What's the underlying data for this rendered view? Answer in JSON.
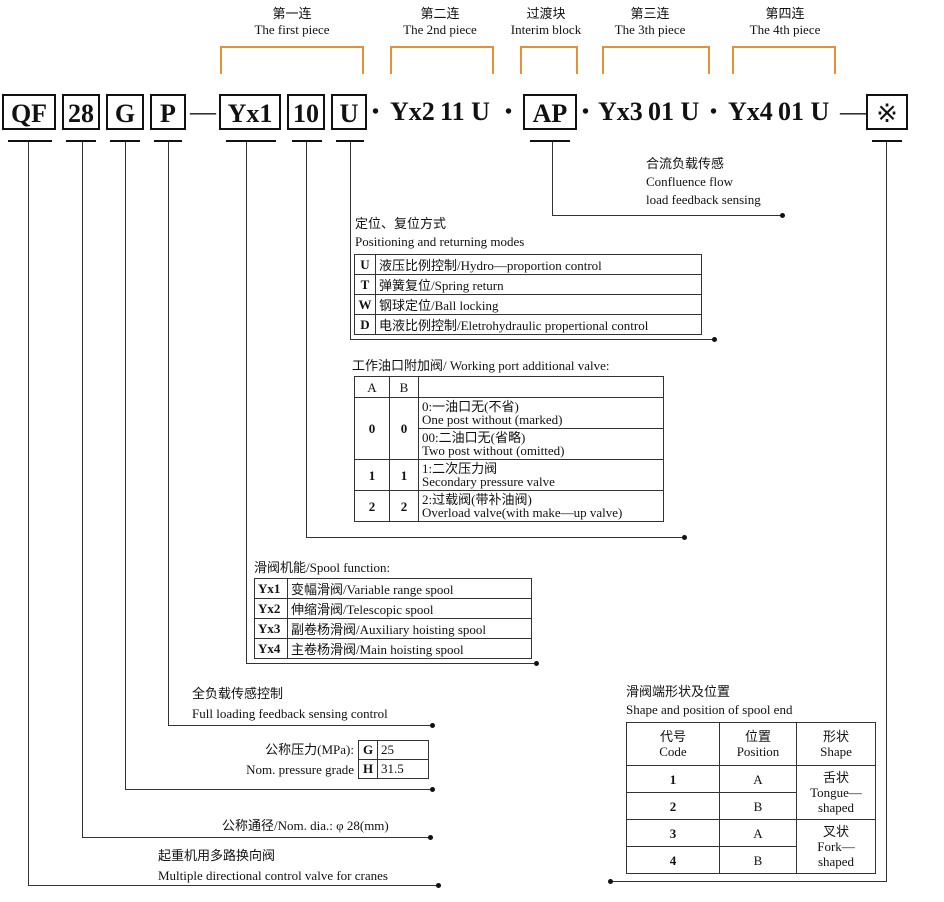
{
  "headers": [
    {
      "cn": "第一连",
      "en": "The first piece"
    },
    {
      "cn": "第二连",
      "en": "The 2nd piece"
    },
    {
      "cn": "过渡块",
      "en": "Interim block"
    },
    {
      "cn": "第三连",
      "en": "The 3th piece"
    },
    {
      "cn": "第四连",
      "en": "The 4th piece"
    }
  ],
  "model": {
    "qf": "QF",
    "size": "28",
    "grade": "G",
    "load": "P",
    "dash1": "—",
    "yx1": "Yx1",
    "b10": "10",
    "u1": "U",
    "sep1": "•",
    "p2": "Yx2",
    "p2b": "11 U",
    "sep2": "•",
    "ap": "AP",
    "sep3": "•",
    "p3": "Yx3",
    "p3b": "01 U",
    "sep4": "•",
    "p4": "Yx4",
    "p4b": "01 U",
    "dash2": "—",
    "ref": "※"
  },
  "confluence": {
    "cn": "合流负载传感",
    "en1": "Confluence flow",
    "en2": "load feedback sensing"
  },
  "positioning": {
    "cn": "定位、复位方式",
    "en": "Positioning and returning modes",
    "rows": [
      {
        "code": "U",
        "text": "液压比例控制/Hydro—proportion control"
      },
      {
        "code": "T",
        "text": "弹簧复位/Spring  return"
      },
      {
        "code": "W",
        "text": "钢球定位/Ball locking"
      },
      {
        "code": "D",
        "text": "电液比例控制/Eletrohydraulic propertional control"
      }
    ]
  },
  "working": {
    "title": "工作油口附加阀/ Working port additional valve:",
    "head_a": "A",
    "head_b": "B",
    "r00_a": "0",
    "r00_b": "0",
    "r00_t1": "0:一油口无(不省)",
    "r00_t2": "One post without (marked)",
    "r00_t3": "00:二油口无(省略)",
    "r00_t4": "Two post without (omitted)",
    "r11_a": "1",
    "r11_b": "1",
    "r11_t1": "1:二次压力阀",
    "r11_t2": "Secondary pressure valve",
    "r22_a": "2",
    "r22_b": "2",
    "r22_t1": "2:过载阀(带补油阀)",
    "r22_t2": "Overload valve(with make—up valve)"
  },
  "spool": {
    "title": "滑阀机能/Spool function:",
    "rows": [
      {
        "code": "Yx1",
        "text": "变幅滑阀/Variable range spool"
      },
      {
        "code": "Yx2",
        "text": "伸缩滑阀/Telescopic spool"
      },
      {
        "code": "Yx3",
        "text": "副卷杨滑阀/Auxiliary hoisting spool"
      },
      {
        "code": "Yx4",
        "text": "主卷杨滑阀/Main hoisting spool"
      }
    ]
  },
  "full_load": {
    "cn": "全负载传感控制",
    "en": "Full loading feedback sensing control"
  },
  "pressure": {
    "cn": "公称压力(MPa):",
    "en": "Nom. pressure grade",
    "g_code": "G",
    "g_val": "25",
    "h_code": "H",
    "h_val": "31.5"
  },
  "nom_dia": "公称通径/Nom. dia.: φ 28(mm)",
  "valve": {
    "cn": "起重机用多路换向阀",
    "en": "Multiple directional control valve for cranes"
  },
  "shape": {
    "cn": "滑阀端形状及位置",
    "en": "Shape and position of spool end",
    "h_code_cn": "代号",
    "h_code_en": "Code",
    "h_pos_cn": "位置",
    "h_pos_en": "Position",
    "h_shape_cn": "形状",
    "h_shape_en": "Shape",
    "rows": [
      {
        "code": "1",
        "pos": "A"
      },
      {
        "code": "2",
        "pos": "B"
      },
      {
        "code": "3",
        "pos": "A"
      },
      {
        "code": "4",
        "pos": "B"
      }
    ],
    "tongue_cn": "舌状",
    "tongue_en1": "Tongue—",
    "tongue_en2": "shaped",
    "fork_cn": "叉状",
    "fork_en1": "Fork—",
    "fork_en2": "shaped"
  }
}
